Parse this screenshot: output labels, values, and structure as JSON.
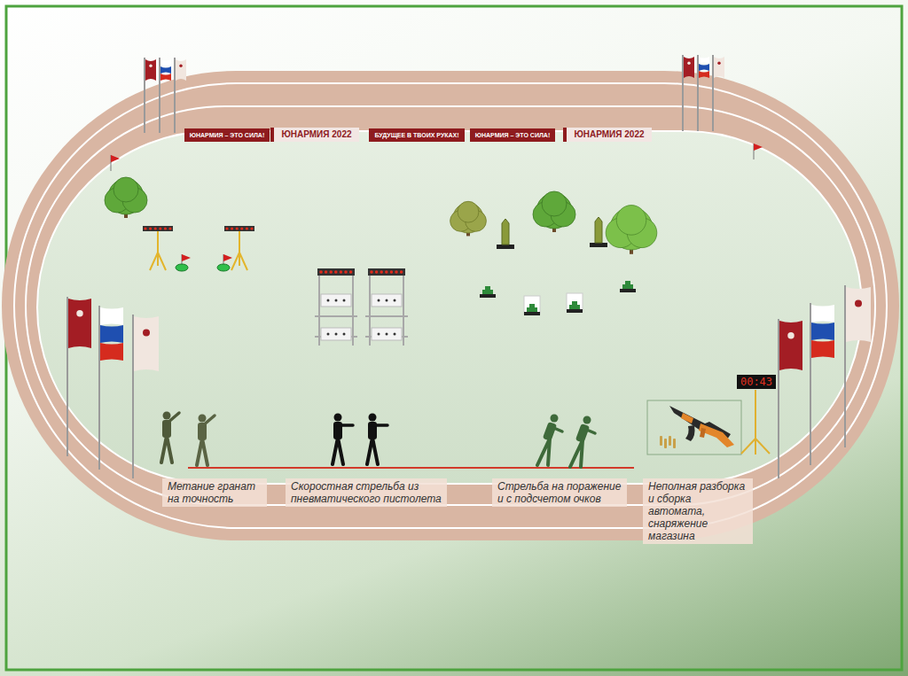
{
  "diagram": {
    "nodes": [
      {
        "text": [
          "ЮНАРМИЯ – ЭТО СИЛА!"
        ]
      },
      {
        "text": [
          "ЮНАРМИЯ 2022"
        ]
      },
      {
        "text": [
          "БУДУЩЕЕ В ТВОИХ РУКАХ!"
        ]
      },
      {
        "text": [
          "ЮНАРМИЯ – ЭТО СИЛА!"
        ]
      },
      {
        "text": [
          "ЮНАРМИЯ 2022"
        ]
      },
      {
        "text": [
          "00:43"
        ]
      },
      {
        "text": [
          "Метание гранат на точность"
        ]
      },
      {
        "text": [
          "Скоростная стрельба из пневматического пистолета"
        ]
      },
      {
        "text": [
          "Стрельба на поражение и с подсчетом очков"
        ]
      },
      {
        "text": [
          "Неполная разборка и сборка автомата, снаряжение магазина"
        ]
      }
    ]
  }
}
